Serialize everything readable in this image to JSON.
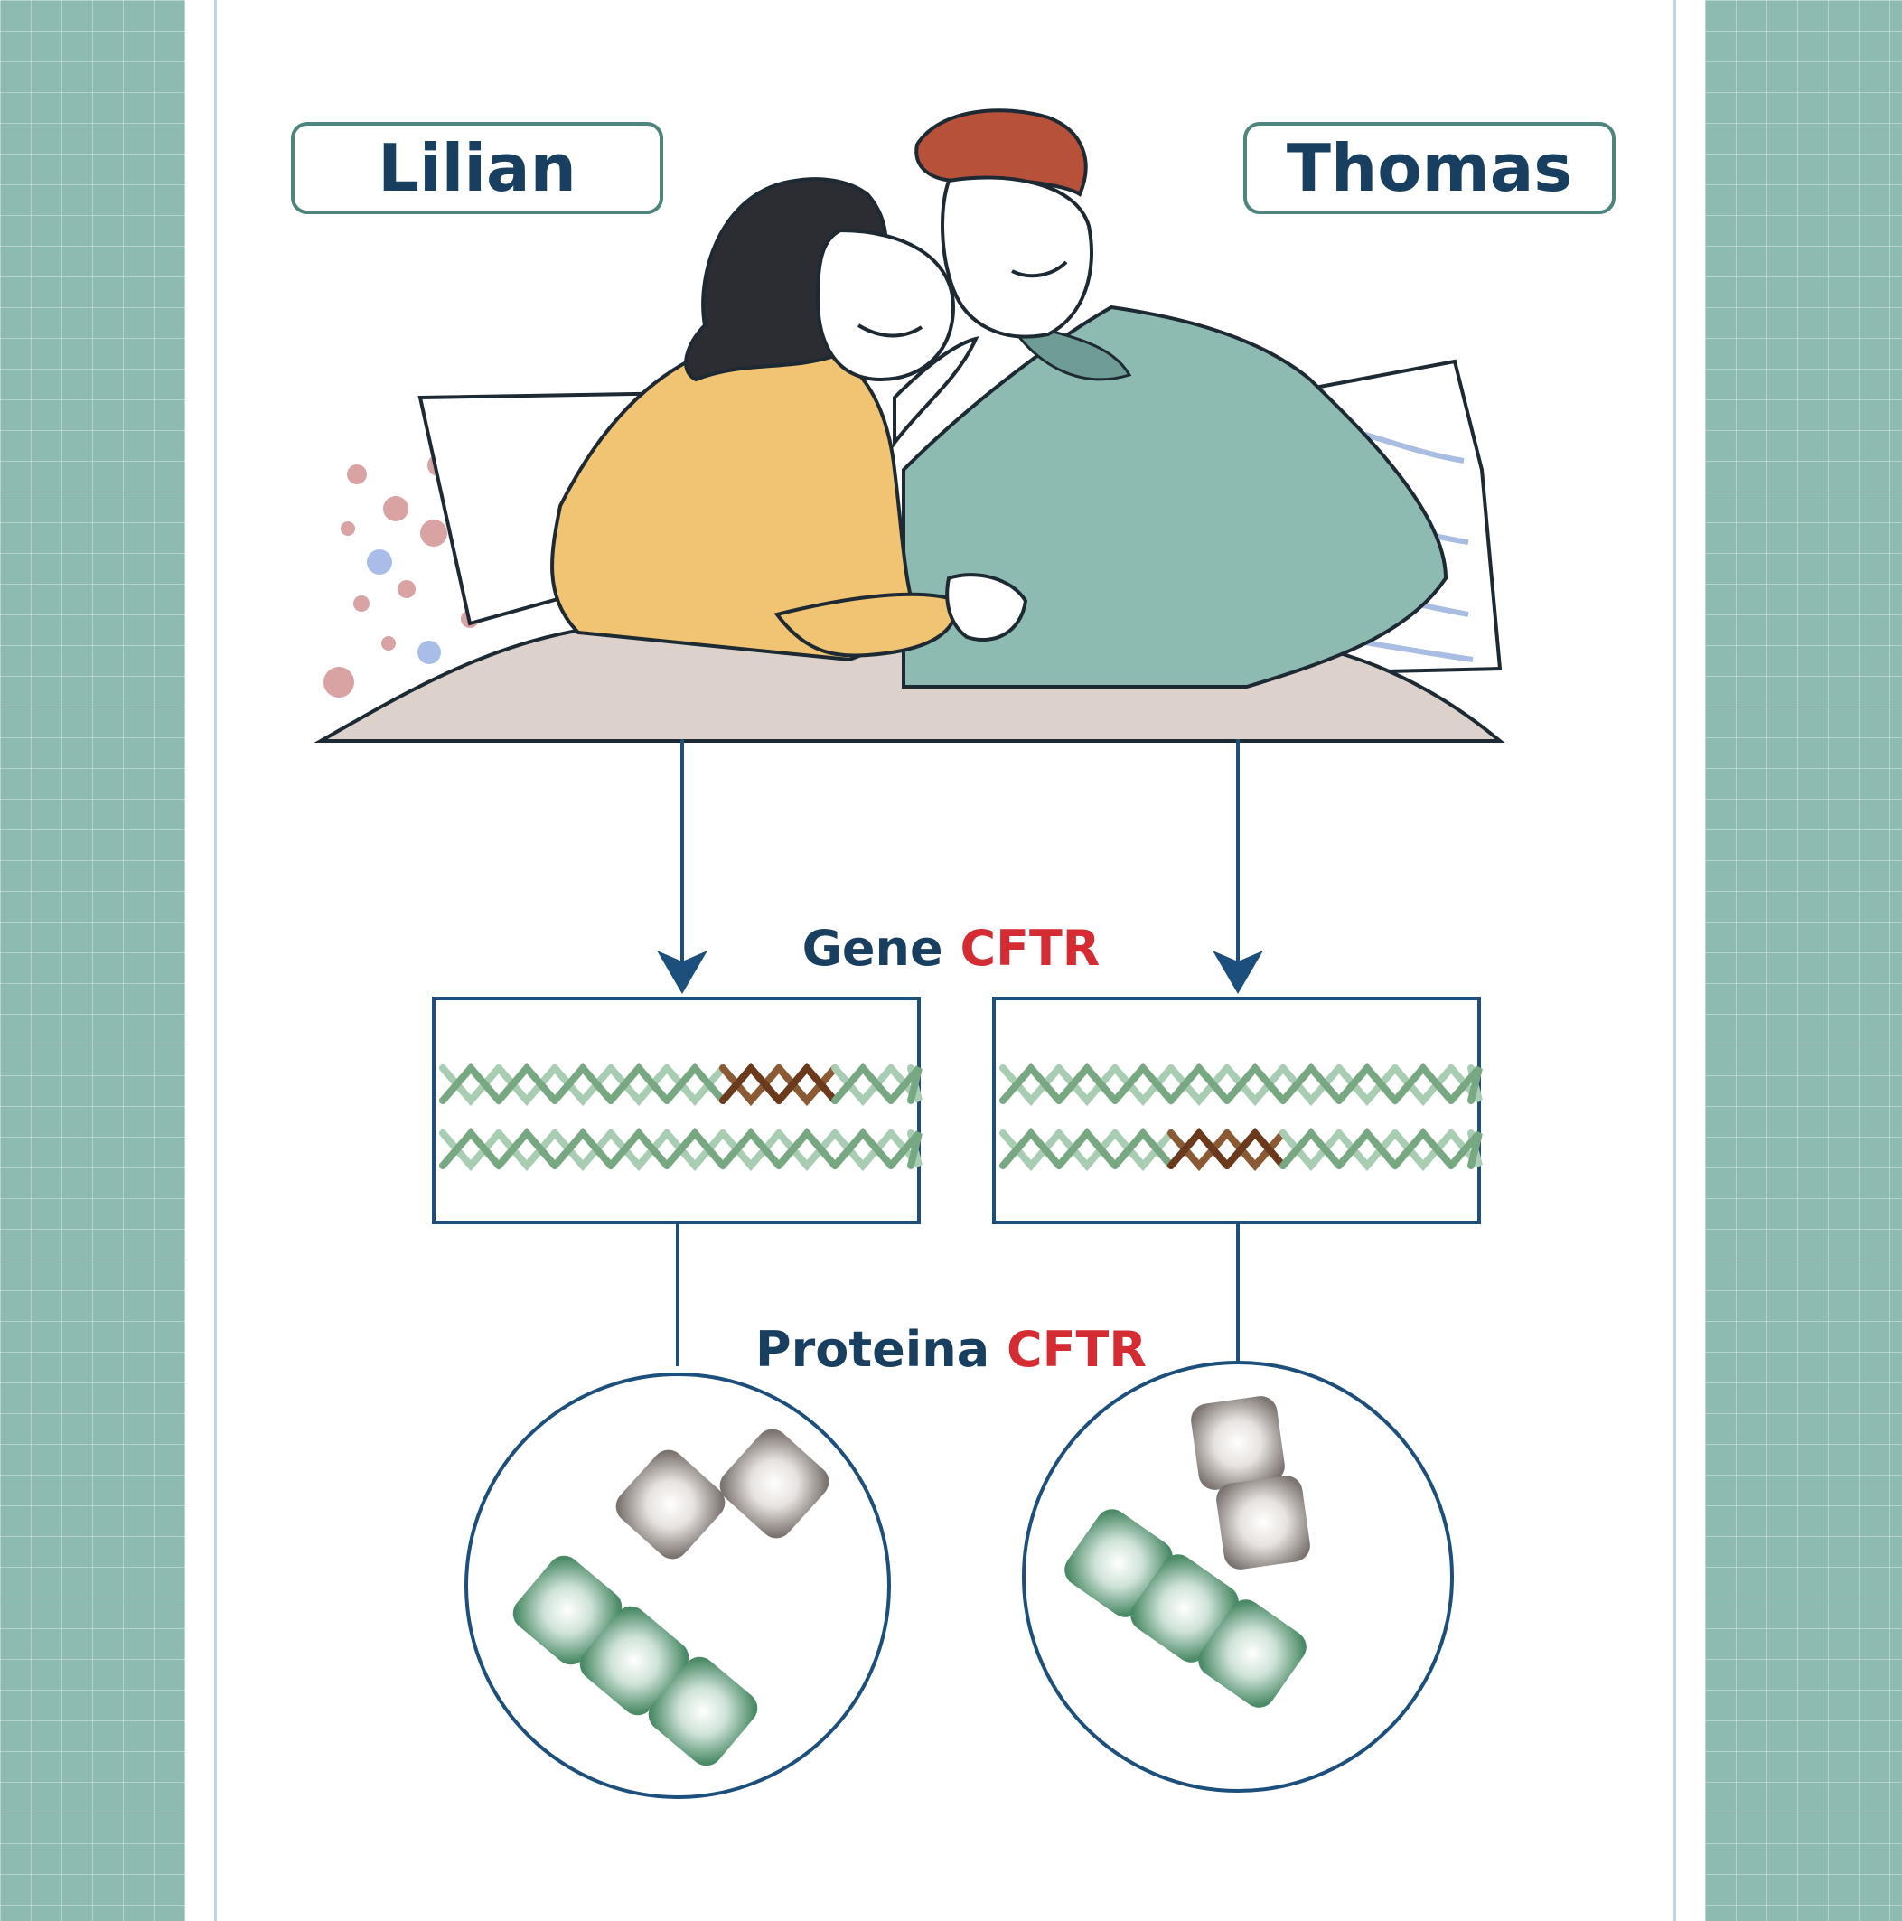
{
  "names": {
    "left": "Lilian",
    "right": "Thomas"
  },
  "gene": {
    "label": "Gene",
    "name": "CFTR"
  },
  "protein": {
    "label": "Proteina",
    "name": "CFTR"
  },
  "colors": {
    "navy": "#183f5f",
    "accent_red": "#d52b33",
    "panel_teal": "#8dbab1",
    "dna_green": "#78a882",
    "dna_mutant": "#6b3a1c",
    "protein_green": "#5f9c7a",
    "protein_gray": "#8f8783",
    "arrow_blue": "#1d4f7c"
  }
}
